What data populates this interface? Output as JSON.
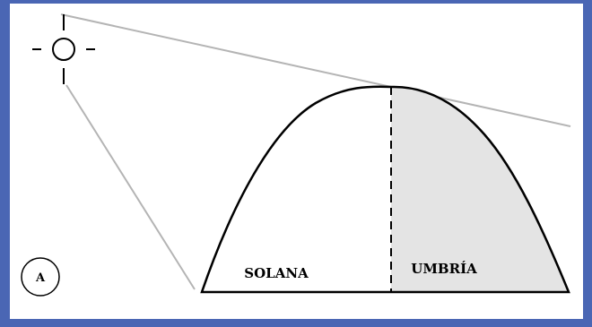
{
  "labels": {
    "left_slope": "SOLANA",
    "right_slope": "UMBRÍA",
    "marker": "A"
  },
  "colors": {
    "frame": "#4a66b4",
    "outline": "#000000",
    "sun_ray": "#b4b4b4",
    "shade_fill": "#e4e4e4",
    "background": "#ffffff"
  },
  "icons": {
    "sun": "sun-icon"
  }
}
